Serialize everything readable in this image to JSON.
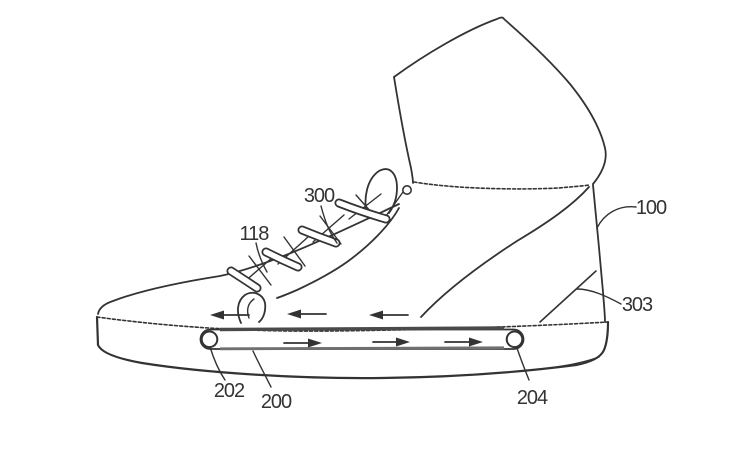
{
  "drawing": {
    "labels": {
      "ref_100": "100",
      "ref_118": "118",
      "ref_200": "200",
      "ref_202": "202",
      "ref_204": "204",
      "ref_300": "300",
      "ref_303": "303"
    },
    "colors": {
      "ink": "#333333",
      "background": "#ffffff",
      "belt_shade_top": "#4a4a4a",
      "belt_shade_bottom": "#707070"
    },
    "icons": {
      "top_arrows": "left-flow-arrow-icon",
      "bottom_arrows": "right-flow-arrow-icon"
    }
  }
}
